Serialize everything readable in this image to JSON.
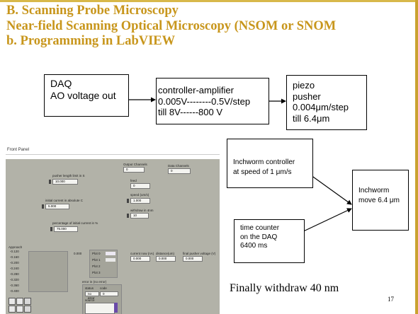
{
  "title": {
    "line1": "B. Scanning Probe Microscopy",
    "line2": "Near-field Scanning Optical Microscopy (NSOM or SNOM",
    "line3": "b. Programming in LabVIEW"
  },
  "boxes": {
    "daq": {
      "line1": "DAQ",
      "line2": "AO voltage out"
    },
    "controller": {
      "line1": "controller-amplifier",
      "line2": "0.005V--------0.5V/step",
      "line3": "till 8V------800 V"
    },
    "piezo": {
      "line1": "piezo",
      "line2": "pusher",
      "line3": "0.004μm/step",
      "line4": "till 6.4μm"
    },
    "inchworm_controller": {
      "line1": "Inchworm controller",
      "line2": "at speed of 1 μm/s"
    },
    "inchworm_move": {
      "line1": "Inchworm",
      "line2": "move 6.4 μm"
    },
    "time_counter": {
      "line1": "time counter",
      "line2": "on the DAQ",
      "line3": "6400 ms"
    }
  },
  "front_panel": {
    "label": "Front Panel",
    "pusher_length": {
      "caption": "pusher length limit in S",
      "value": "10.000"
    },
    "initial_current": {
      "caption": "initial current in absolute C",
      "value": "5.000"
    },
    "percentage": {
      "caption": "percentage of initial current in %",
      "value": "75.000"
    },
    "output_channels": {
      "caption": "Output Channels",
      "value": "0"
    },
    "feed": {
      "caption": "feed",
      "value": "0"
    },
    "speed": {
      "caption": "speed (um/s)",
      "value": "1.000"
    },
    "withdraw": {
      "caption": "withdraw in 4nm",
      "value": "10"
    },
    "data_channels": {
      "caption": "Data Channels",
      "value": "0"
    },
    "approach": {
      "caption": "Approach",
      "ticks": [
        "-0.120",
        "-0.160",
        "-0.200",
        "-0.240",
        "-0.280",
        "-0.320",
        "-0.360",
        "-0.400"
      ]
    },
    "leds_value": "0.000",
    "leds": [
      "Plot 0",
      "Plot 1",
      "Plot 2",
      "Plot 3"
    ],
    "current_now": {
      "caption": "current now (nA)",
      "value": "0.000"
    },
    "distance": {
      "caption": "distance(um)",
      "value": "0.000"
    },
    "final_pusher": {
      "caption": "final pusher voltage (V)",
      "value": "0.000"
    },
    "error": {
      "caption": "error in (no error)",
      "status_label": "status",
      "code_label": "code",
      "code_value": "0",
      "no_error": "no error",
      "source_label": "source"
    }
  },
  "finally_text": "Finally withdraw 40 nm",
  "page_number": "17",
  "colors": {
    "title": "#c8961c",
    "panel_bg": "#b2b2a8",
    "accent_border": "#c9a230"
  }
}
